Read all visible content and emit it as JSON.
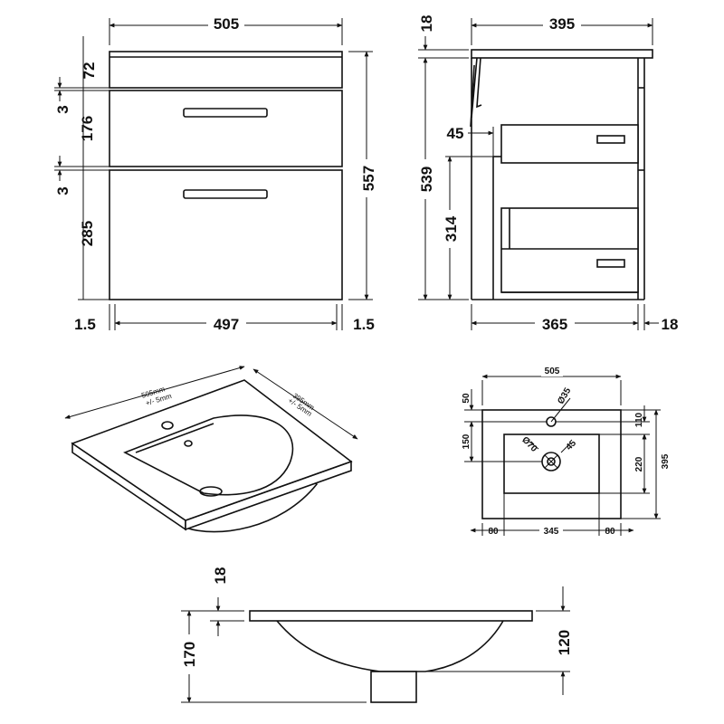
{
  "front_view": {
    "width": "505",
    "top_offset": "72",
    "gap_top": "3",
    "drawer_top_height": "176",
    "gap_bottom": "3",
    "drawer_bottom_height": "285",
    "total_height": "557",
    "left_margin": "1.5",
    "inner_width": "497",
    "right_margin": "1.5"
  },
  "side_view": {
    "top_thickness": "18",
    "depth": "395",
    "handle_projection": "45",
    "body_height": "539",
    "lower_height": "314",
    "inner_depth": "365",
    "back_thickness": "18"
  },
  "basin_iso": {
    "width_label": "505mm",
    "width_tolerance": "+/- 5mm",
    "depth_label": "395mm",
    "depth_tolerance": "+/- 5mm"
  },
  "basin_plan": {
    "width": "505",
    "tap_offset": "50",
    "tap_hole": "Ø35",
    "bowl_offset": "150",
    "tap_to_bowl": "110",
    "waste_hole": "Ø70",
    "waste_offset": "45",
    "bowl_depth": "220",
    "depth": "395",
    "left_margin": "80",
    "bowl_width": "345",
    "right_margin": "80"
  },
  "basin_section": {
    "rim_thickness": "18",
    "overall_height": "170",
    "bowl_height": "120"
  }
}
